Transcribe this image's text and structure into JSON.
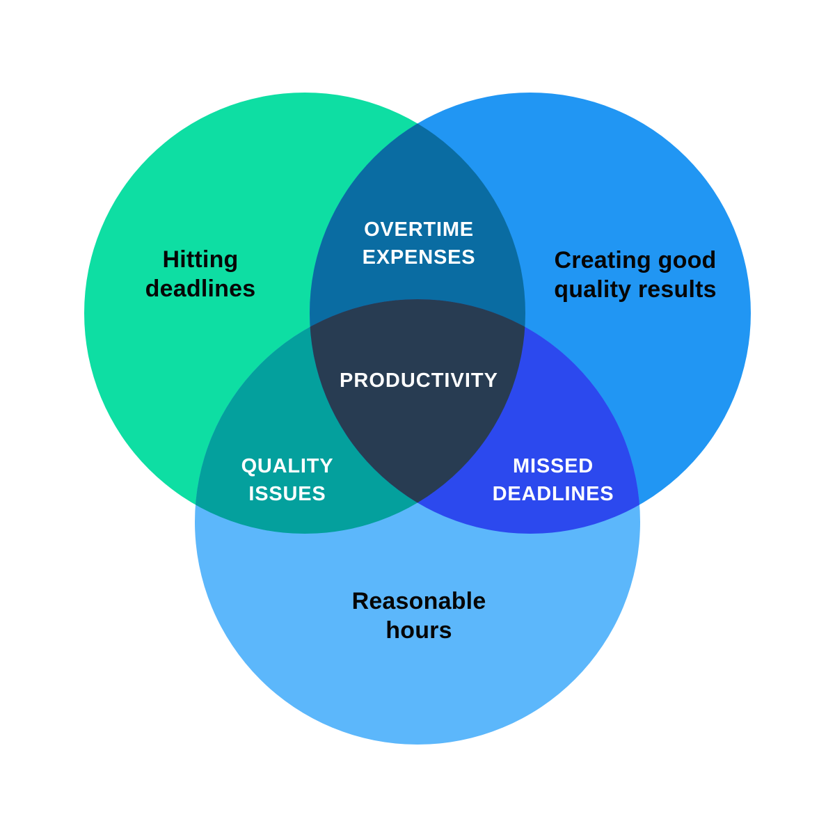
{
  "diagram": {
    "type": "venn",
    "background_color": "#ffffff",
    "circles": [
      {
        "id": "hitting-deadlines",
        "label_lines": [
          "Hitting",
          "deadlines"
        ],
        "fill": "#0EDEA3",
        "label_color": "#060606"
      },
      {
        "id": "creating-good-quality-results",
        "label_lines": [
          "Creating good",
          "quality results"
        ],
        "fill": "#2196F3",
        "label_color": "#060606"
      },
      {
        "id": "reasonable-hours",
        "label_lines": [
          "Reasonable",
          "hours"
        ],
        "fill": "#5CB7FB",
        "label_color": "#060606"
      }
    ],
    "overlaps": [
      {
        "id": "overtime-expenses",
        "between": [
          "hitting-deadlines",
          "creating-good-quality-results"
        ],
        "label_lines": [
          "OVERTIME",
          "EXPENSES"
        ],
        "fill": "#0A6CA2",
        "label_color": "#FFFFFF"
      },
      {
        "id": "quality-issues",
        "between": [
          "hitting-deadlines",
          "reasonable-hours"
        ],
        "label_lines": [
          "QUALITY",
          "ISSUES"
        ],
        "fill": "#04A09D",
        "label_color": "#FFFFFF"
      },
      {
        "id": "missed-deadlines",
        "between": [
          "creating-good-quality-results",
          "reasonable-hours"
        ],
        "label_lines": [
          "MISSED",
          "DEADLINES"
        ],
        "fill": "#2C49EE",
        "label_color": "#FFFFFF"
      },
      {
        "id": "productivity",
        "between": [
          "hitting-deadlines",
          "creating-good-quality-results",
          "reasonable-hours"
        ],
        "label_lines": [
          "PRODUCTIVITY"
        ],
        "fill": "#283C52",
        "label_color": "#FFFFFF"
      }
    ]
  }
}
